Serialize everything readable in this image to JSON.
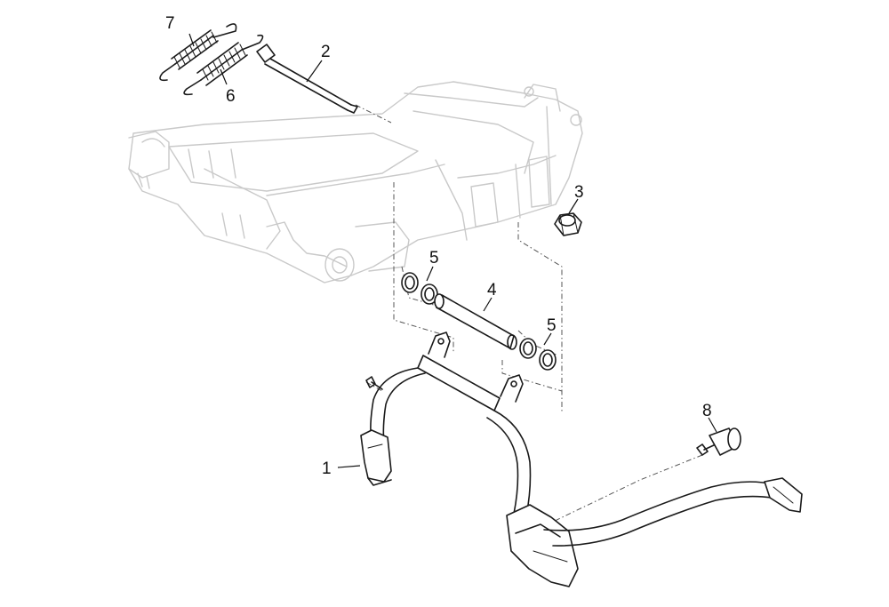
{
  "callouts": [
    {
      "id": "part-1",
      "label": "1"
    },
    {
      "id": "part-2",
      "label": "2"
    },
    {
      "id": "part-3",
      "label": "3"
    },
    {
      "id": "part-4",
      "label": "4"
    },
    {
      "id": "part-5a",
      "label": "5"
    },
    {
      "id": "part-5b",
      "label": "5"
    },
    {
      "id": "part-6",
      "label": "6"
    },
    {
      "id": "part-7",
      "label": "7"
    },
    {
      "id": "part-8",
      "label": "8"
    }
  ],
  "colors": {
    "part_outline": "#1a1a1a",
    "frame_outline": "#c9c9c9",
    "background": "#ffffff"
  }
}
